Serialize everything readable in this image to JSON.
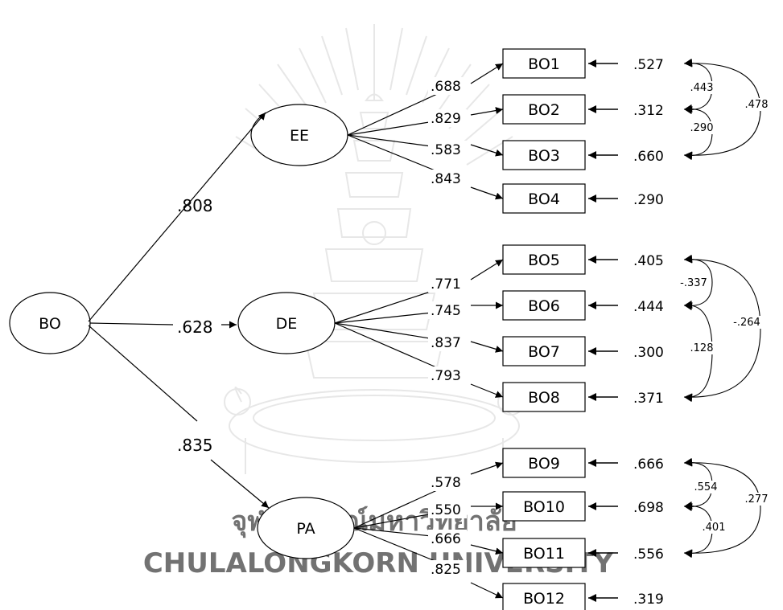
{
  "watermark": {
    "thai_text": "จุฬาลงกรณ์มหาวิทยาลัย",
    "english_text": "CHULALONGKORN UNIVERSITY",
    "color": "#d9d9d9"
  },
  "latent": {
    "BO": "BO",
    "EE": "EE",
    "DE": "DE",
    "PA": "PA"
  },
  "second_order_loadings": {
    "EE": ".808",
    "DE": ".628",
    "PA": ".835"
  },
  "items": [
    {
      "label": "BO1",
      "loading": ".688",
      "error": ".527"
    },
    {
      "label": "BO2",
      "loading": ".829",
      "error": ".312"
    },
    {
      "label": "BO3",
      "loading": ".583",
      "error": ".660"
    },
    {
      "label": "BO4",
      "loading": ".843",
      "error": ".290"
    },
    {
      "label": "BO5",
      "loading": ".771",
      "error": ".405"
    },
    {
      "label": "BO6",
      "loading": ".745",
      "error": ".444"
    },
    {
      "label": "BO7",
      "loading": ".837",
      "error": ".300"
    },
    {
      "label": "BO8",
      "loading": ".793",
      "error": ".371"
    },
    {
      "label": "BO9",
      "loading": ".578",
      "error": ".666"
    },
    {
      "label": "BO10",
      "loading": ".550",
      "error": ".698"
    },
    {
      "label": "BO11",
      "loading": ".666",
      "error": ".556"
    },
    {
      "label": "BO12",
      "loading": ".825",
      "error": ".319"
    }
  ],
  "covariances": [
    {
      "from": "BO1",
      "to": "BO2",
      "value": ".443"
    },
    {
      "from": "BO2",
      "to": "BO3",
      "value": ".290"
    },
    {
      "from": "BO1",
      "to": "BO3",
      "value": ".478"
    },
    {
      "from": "BO5",
      "to": "BO6",
      "value": "-.337"
    },
    {
      "from": "BO6",
      "to": "BO8",
      "value": ".128"
    },
    {
      "from": "BO5",
      "to": "BO8",
      "value": "-.264"
    },
    {
      "from": "BO9",
      "to": "BO10",
      "value": ".554"
    },
    {
      "from": "BO10",
      "to": "BO11",
      "value": ".401"
    },
    {
      "from": "BO9",
      "to": "BO11",
      "value": ".277"
    }
  ]
}
